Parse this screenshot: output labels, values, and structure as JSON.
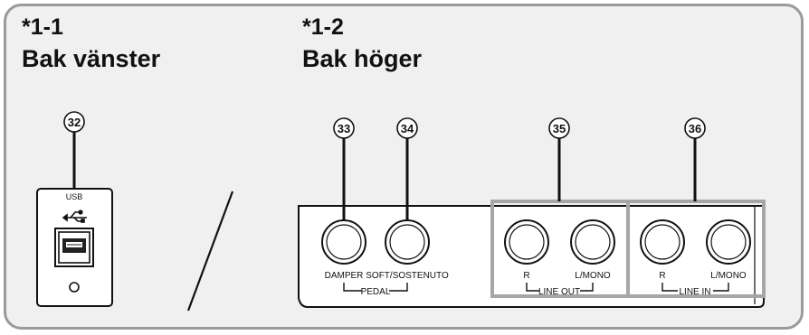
{
  "sections": [
    {
      "number": "*1-1",
      "title": "Bak vänster"
    },
    {
      "number": "*1-2",
      "title": "Bak höger"
    }
  ],
  "callouts": [
    "32",
    "33",
    "34",
    "35",
    "36"
  ],
  "labels": {
    "usb": "USB",
    "damper": "DAMPER",
    "soft_sostenuto": "SOFT/SOSTENUTO",
    "pedal": "PEDAL",
    "line_out_r": "R",
    "line_out_lmono": "L/MONO",
    "line_out": "LINE OUT",
    "line_in_r": "R",
    "line_in_lmono": "L/MONO",
    "line_in": "LINE IN"
  },
  "colors": {
    "frame_fill": "#f0f0f0",
    "frame_stroke": "#9a9a9a",
    "line": "#1a1a1a",
    "highlight_box": "#a6a6a6"
  }
}
